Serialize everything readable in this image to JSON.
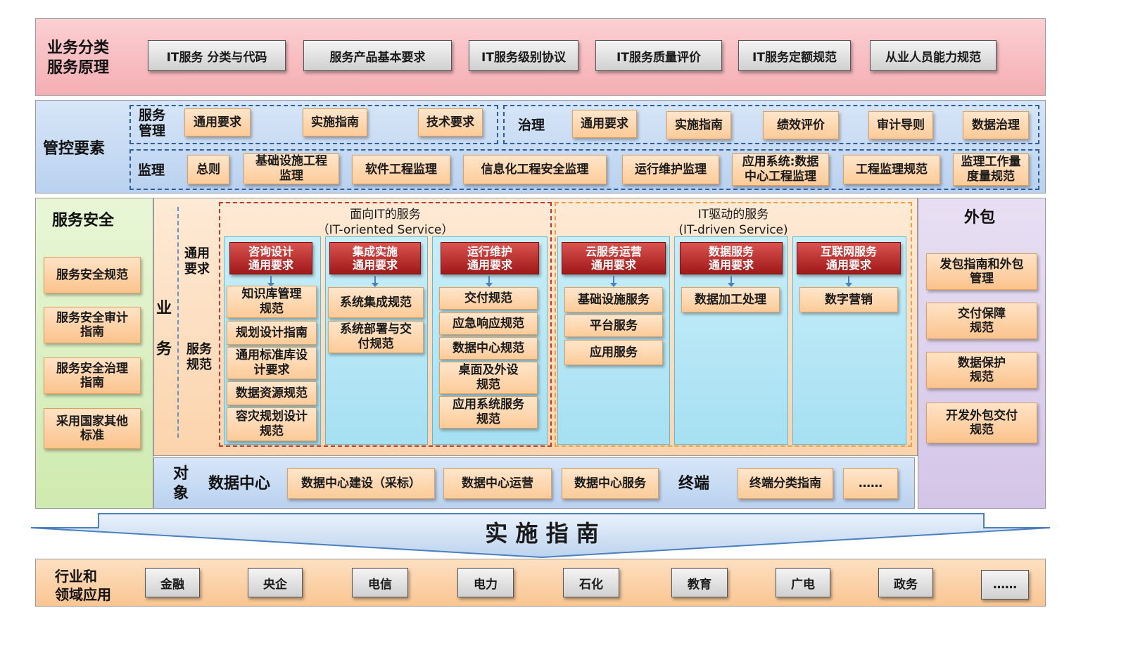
{
  "row1": {
    "title_l1": "业务分类",
    "title_l2": "服务原理",
    "items": [
      "IT服务 分类与代码",
      "服务产品基本要求",
      "IT服务级别协议",
      "IT服务质量评价",
      "IT服务定额规范",
      "从业人员能力规范"
    ]
  },
  "row2": {
    "title": "管控要素",
    "service_mgmt_l1": "服务",
    "service_mgmt_l2": "管理",
    "service_mgmt_items": [
      "通用要求",
      "实施指南",
      "技术要求"
    ],
    "governance_label": "治理",
    "governance_items": [
      "通用要求",
      "实施指南",
      "绩效评价",
      "审计导则",
      "数据治理"
    ],
    "supervision_label": "监理",
    "supervision_items": [
      {
        "l1": "总则",
        "l2": ""
      },
      {
        "l1": "基础设施工程",
        "l2": "监理"
      },
      {
        "l1": "软件工程监理",
        "l2": ""
      },
      {
        "l1": "信息化工程安全监理",
        "l2": ""
      },
      {
        "l1": "运行维护监理",
        "l2": ""
      },
      {
        "l1": "应用系统:数据",
        "l2": "中心工程监理"
      },
      {
        "l1": "工程监理规范",
        "l2": ""
      },
      {
        "l1": "监理工作量",
        "l2": "度量规范"
      }
    ]
  },
  "security": {
    "title": "服务安全",
    "items": [
      {
        "l1": "服务安全规范",
        "l2": ""
      },
      {
        "l1": "服务安全审计",
        "l2": "指南"
      },
      {
        "l1": "服务安全治理",
        "l2": "指南"
      },
      {
        "l1": "采用国家其他",
        "l2": "标准"
      }
    ]
  },
  "business": {
    "label_l1": "业",
    "label_l2": "务",
    "general_l1": "通用",
    "general_l2": "要求",
    "spec_l1": "服务",
    "spec_l2": "规范"
  },
  "it_oriented": {
    "title": "面向IT的服务",
    "subtitle": "（IT-oriented Service）",
    "columns": [
      {
        "head_l1": "咨询设计",
        "head_l2": "通用要求",
        "items": [
          {
            "l1": "知识库管理",
            "l2": "规范"
          },
          {
            "l1": "规划设计指南",
            "l2": ""
          },
          {
            "l1": "通用标准库设",
            "l2": "计要求"
          },
          {
            "l1": "数据资源规范",
            "l2": ""
          },
          {
            "l1": "容灾规划设计",
            "l2": "规范"
          }
        ]
      },
      {
        "head_l1": "集成实施",
        "head_l2": "通用要求",
        "items": [
          {
            "l1": "系统集成规范",
            "l2": ""
          },
          {
            "l1": "系统部署与交",
            "l2": "付规范"
          }
        ]
      },
      {
        "head_l1": "运行维护",
        "head_l2": "通用要求",
        "items": [
          {
            "l1": "交付规范",
            "l2": ""
          },
          {
            "l1": "应急响应规范",
            "l2": ""
          },
          {
            "l1": "数据中心规范",
            "l2": ""
          },
          {
            "l1": "桌面及外设",
            "l2": "规范"
          },
          {
            "l1": "应用系统服务",
            "l2": "规范"
          }
        ]
      }
    ]
  },
  "it_driven": {
    "title": "IT驱动的服务",
    "subtitle": "(IT-driven Service)",
    "columns": [
      {
        "head_l1": "云服务运营",
        "head_l2": "通用要求",
        "items": [
          {
            "l1": "基础设施服务",
            "l2": ""
          },
          {
            "l1": "平台服务",
            "l2": ""
          },
          {
            "l1": "应用服务",
            "l2": ""
          }
        ]
      },
      {
        "head_l1": "数据服务",
        "head_l2": "通用要求",
        "items": [
          {
            "l1": "数据加工处理",
            "l2": ""
          }
        ]
      },
      {
        "head_l1": "互联网服务",
        "head_l2": "通用要求",
        "items": [
          {
            "l1": "数字营销",
            "l2": ""
          }
        ]
      }
    ]
  },
  "outsourcing": {
    "title": "外包",
    "items": [
      {
        "l1": "发包指南和外包",
        "l2": "管理"
      },
      {
        "l1": "交付保障",
        "l2": "规范"
      },
      {
        "l1": "数据保护",
        "l2": "规范"
      },
      {
        "l1": "开发外包交付",
        "l2": "规范"
      }
    ]
  },
  "objects": {
    "label_l1": "对",
    "label_l2": "象",
    "datacenter_label": "数据中心",
    "datacenter_items": [
      "数据中心建设（采标）",
      "数据中心运营",
      "数据中心服务"
    ],
    "terminal_label": "终端",
    "terminal_items": [
      "终端分类指南",
      "……"
    ]
  },
  "guide": {
    "title": "实 施 指 南"
  },
  "industry": {
    "title_l1": "行业和",
    "title_l2": "领域应用",
    "items": [
      "金融",
      "央企",
      "电信",
      "电力",
      "石化",
      "教育",
      "广电",
      "政务",
      "……"
    ]
  },
  "colors": {
    "row1_bg": "#f5b9bd",
    "row2_bg": "#c3d8f2",
    "security_bg": "#d9f0c0",
    "business_bg": "#fde0c2",
    "outsourcing_bg": "#ddd0ec",
    "objects_bg": "#c3d8f2",
    "industry_bg": "#fbd2a6",
    "red_dash": "#c0392b",
    "orange_dash": "#f0a040"
  }
}
